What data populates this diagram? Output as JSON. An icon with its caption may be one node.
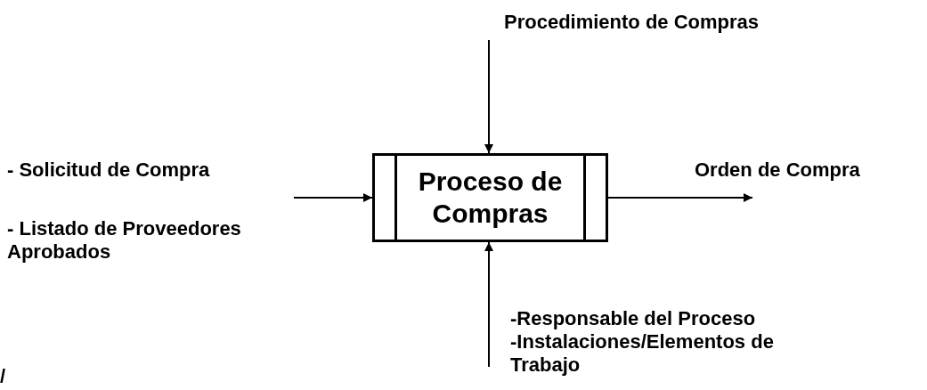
{
  "diagram": {
    "nodes": [
      {
        "text": [
          "Procedimiento de Compras"
        ]
      },
      {
        "text": [
          "- Solicitud de Compra",
          "- Listado de Proveedores Aprobados"
        ]
      },
      {
        "text": [
          "Proceso de Compras"
        ]
      },
      {
        "text": [
          "Orden de Compra"
        ]
      },
      {
        "text": [
          "-Responsable del Proceso",
          "-Instalaciones/Elementos de Trabajo"
        ]
      }
    ],
    "edges": [
      {
        "from": 0,
        "to": 2,
        "arrow": "to"
      },
      {
        "from": 1,
        "to": 2,
        "arrow": "to"
      },
      {
        "from": 2,
        "to": 3,
        "arrow": "to"
      },
      {
        "from": 4,
        "to": 2,
        "arrow": "to"
      }
    ],
    "labels": [
      "/"
    ]
  }
}
